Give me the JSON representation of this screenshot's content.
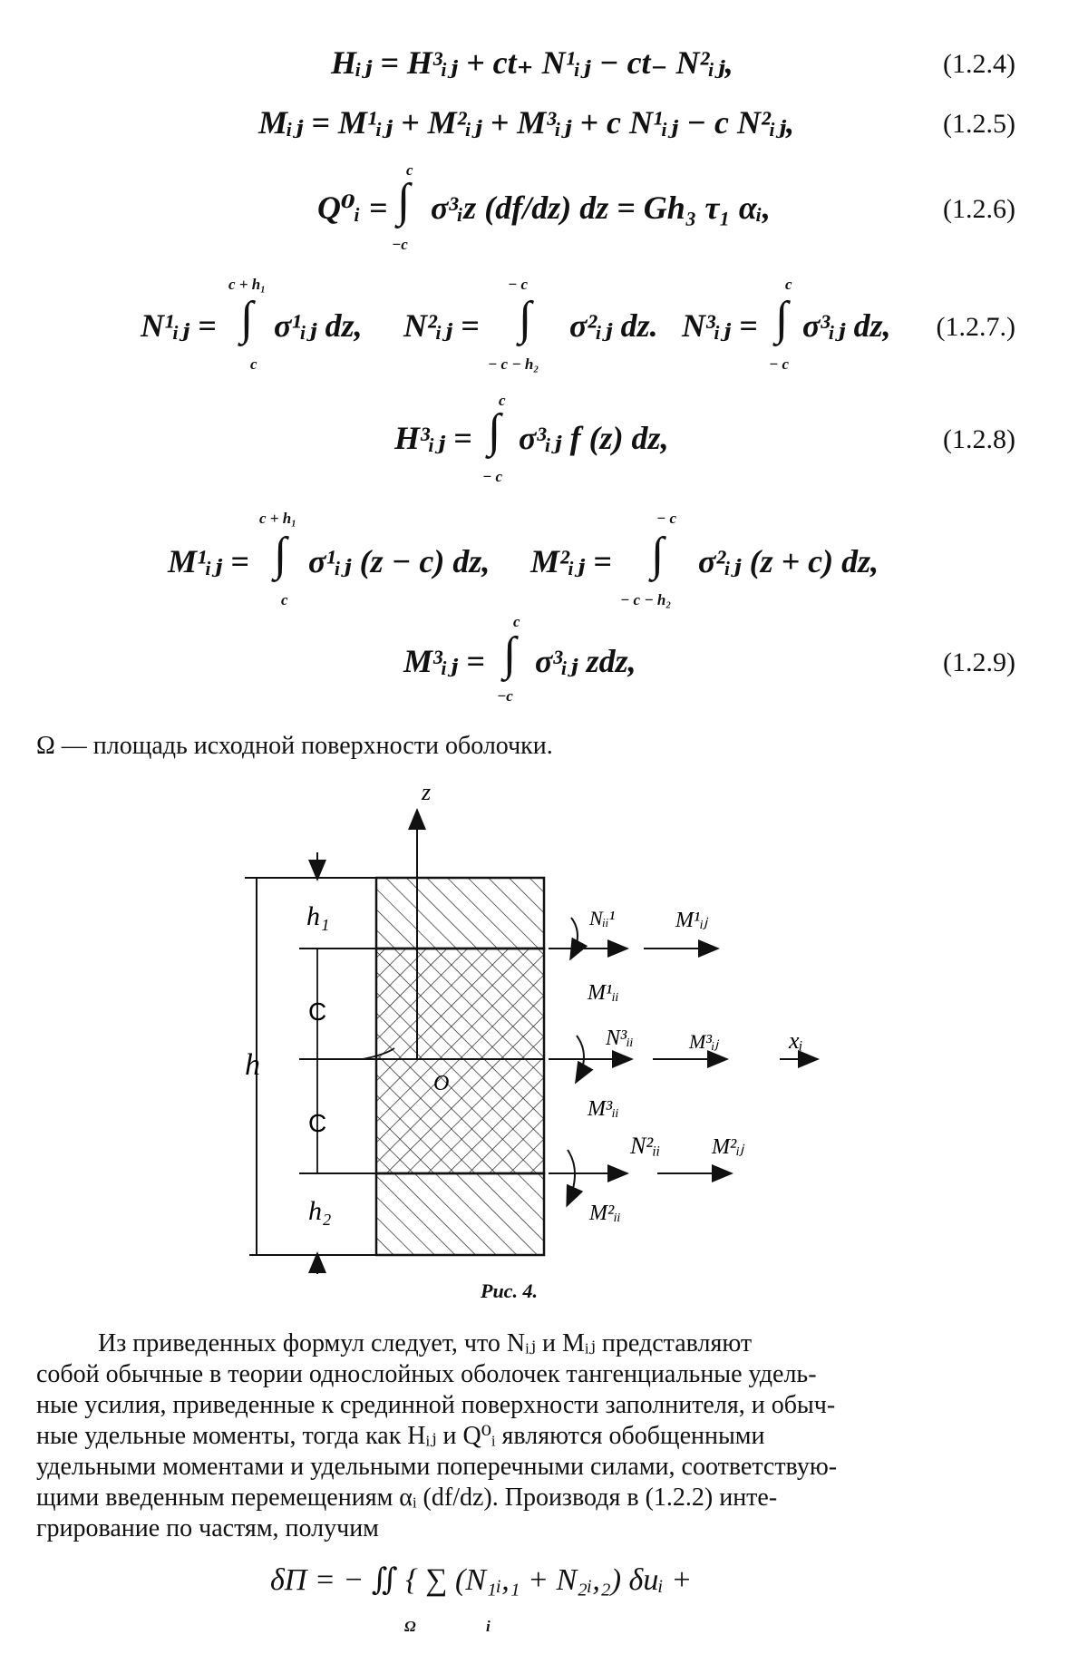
{
  "equations": [
    {
      "id": "1.2.4",
      "text": "Hᵢⱼ = H³ᵢⱼ + ct₊ N¹ᵢⱼ − ct₋ N²ᵢⱼ,",
      "number": "(1.2.4)"
    },
    {
      "id": "1.2.5",
      "text": "Mᵢⱼ = M¹ᵢⱼ + M²ᵢⱼ + M³ᵢⱼ + c N¹ᵢⱼ − c N²ᵢⱼ,",
      "number": "(1.2.5)"
    },
    {
      "id": "1.2.6",
      "left": "Q⁰ᵢ =",
      "body": "σ³ᵢz (df/dz) dz = Gh₃ τ₁ αᵢ,",
      "upper": "c",
      "lower": "−c",
      "number": "(1.2.6)"
    },
    {
      "id": "1.2.7",
      "parts": [
        {
          "left": "N¹ᵢⱼ =",
          "upper": "c + h₁",
          "lower": "c",
          "body": "σ¹ᵢⱼ dz,"
        },
        {
          "left": "N²ᵢⱼ =",
          "upper": "− c",
          "lower": "− c − h₂",
          "body": "σ²ᵢⱼ dz."
        },
        {
          "left": "N³ᵢⱼ =",
          "upper": "c",
          "lower": "− c",
          "body": "σ³ᵢⱼ dz,"
        }
      ],
      "number": "(1.2.7.)"
    },
    {
      "id": "1.2.8",
      "left": "H³ᵢⱼ =",
      "upper": "c",
      "lower": "− c",
      "body": "σ³ᵢⱼ f (z) dz,",
      "number": "(1.2.8)"
    },
    {
      "id": "1.2.9a",
      "parts": [
        {
          "left": "M¹ᵢⱼ =",
          "upper": "c + h₁",
          "lower": "c",
          "body": "σ¹ᵢⱼ (z − c) dz,"
        },
        {
          "left": "M²ᵢⱼ =",
          "upper": "− c",
          "lower": "− c − h₂",
          "body": "σ²ᵢⱼ (z + c) dz,"
        }
      ]
    },
    {
      "id": "1.2.9",
      "left": "M³ᵢⱼ =",
      "upper": "c",
      "lower": "−c",
      "body": "σ³ᵢⱼ zdz,",
      "number": "(1.2.9)"
    }
  ],
  "omega_line": "Ω — площадь исходной поверхности оболочки.",
  "figure": {
    "axis_z": "z",
    "axis_x": "xᵢ",
    "origin": "O",
    "h": "h",
    "h1": "h₁",
    "h2": "h₂",
    "c_upper": "C",
    "c_lower": "C",
    "labels": {
      "N1": "Nᵢᵢ¹",
      "M1ij": "M¹ᵢⱼ",
      "M1ii": "M¹ᵢᵢ",
      "N3": "N³ᵢᵢ",
      "M3ij": "M³ᵢⱼ",
      "M3ii": "M³ᵢᵢ",
      "N2": "N²ᵢᵢ",
      "M2ij": "M²ᵢⱼ",
      "M2ii": "M²ᵢᵢ"
    },
    "caption": "Рис. 4."
  },
  "paragraph": [
    "Из приведенных формул следует, что Nᵢⱼ и Mᵢⱼ представляют",
    "собой обычные в теории однослойных оболочек тангенциальные удель-",
    "ные усилия, приведенные к срединной поверхности заполнителя, и обыч-",
    "ные удельные моменты, тогда как Hᵢⱼ и Q⁰ᵢ являются обобщенными",
    "удельными моментами и удельными поперечными силами, соответствую-",
    "щими введенным перемещениям αᵢ (df/dz). Производя в (1.2.2) инте-",
    "грирование по частям, получим"
  ],
  "final_equation": {
    "text": "δΠ = − ∬ { ∑ (N₁ᵢ,₁ + N₂ᵢ,₂) δuᵢ +",
    "lower_omega": "Ω",
    "lower_i": "i"
  }
}
